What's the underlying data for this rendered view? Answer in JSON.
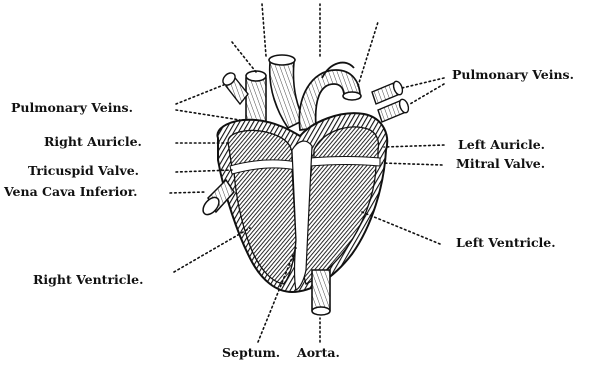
{
  "labels": {
    "pulmonary_veins_left": "Pulmonary Veins.",
    "right_auricle": "Right Auricle.",
    "tricuspid_valve": "Tricuspid Valve.",
    "vena_cava_inferior": "Vena Cava Inferior.",
    "right_ventricle": "Right Ventricle.",
    "pulmonary_veins_right": "Pulmonary Veins.",
    "left_auricle": "Left Auricle.",
    "mitral_valve": "Mitral Valve.",
    "left_ventricle": "Left Ventricle.",
    "septum": "Septum.",
    "aorta": "Aorta."
  },
  "colors": {
    "ink": "#111111",
    "background": "#ffffff"
  }
}
